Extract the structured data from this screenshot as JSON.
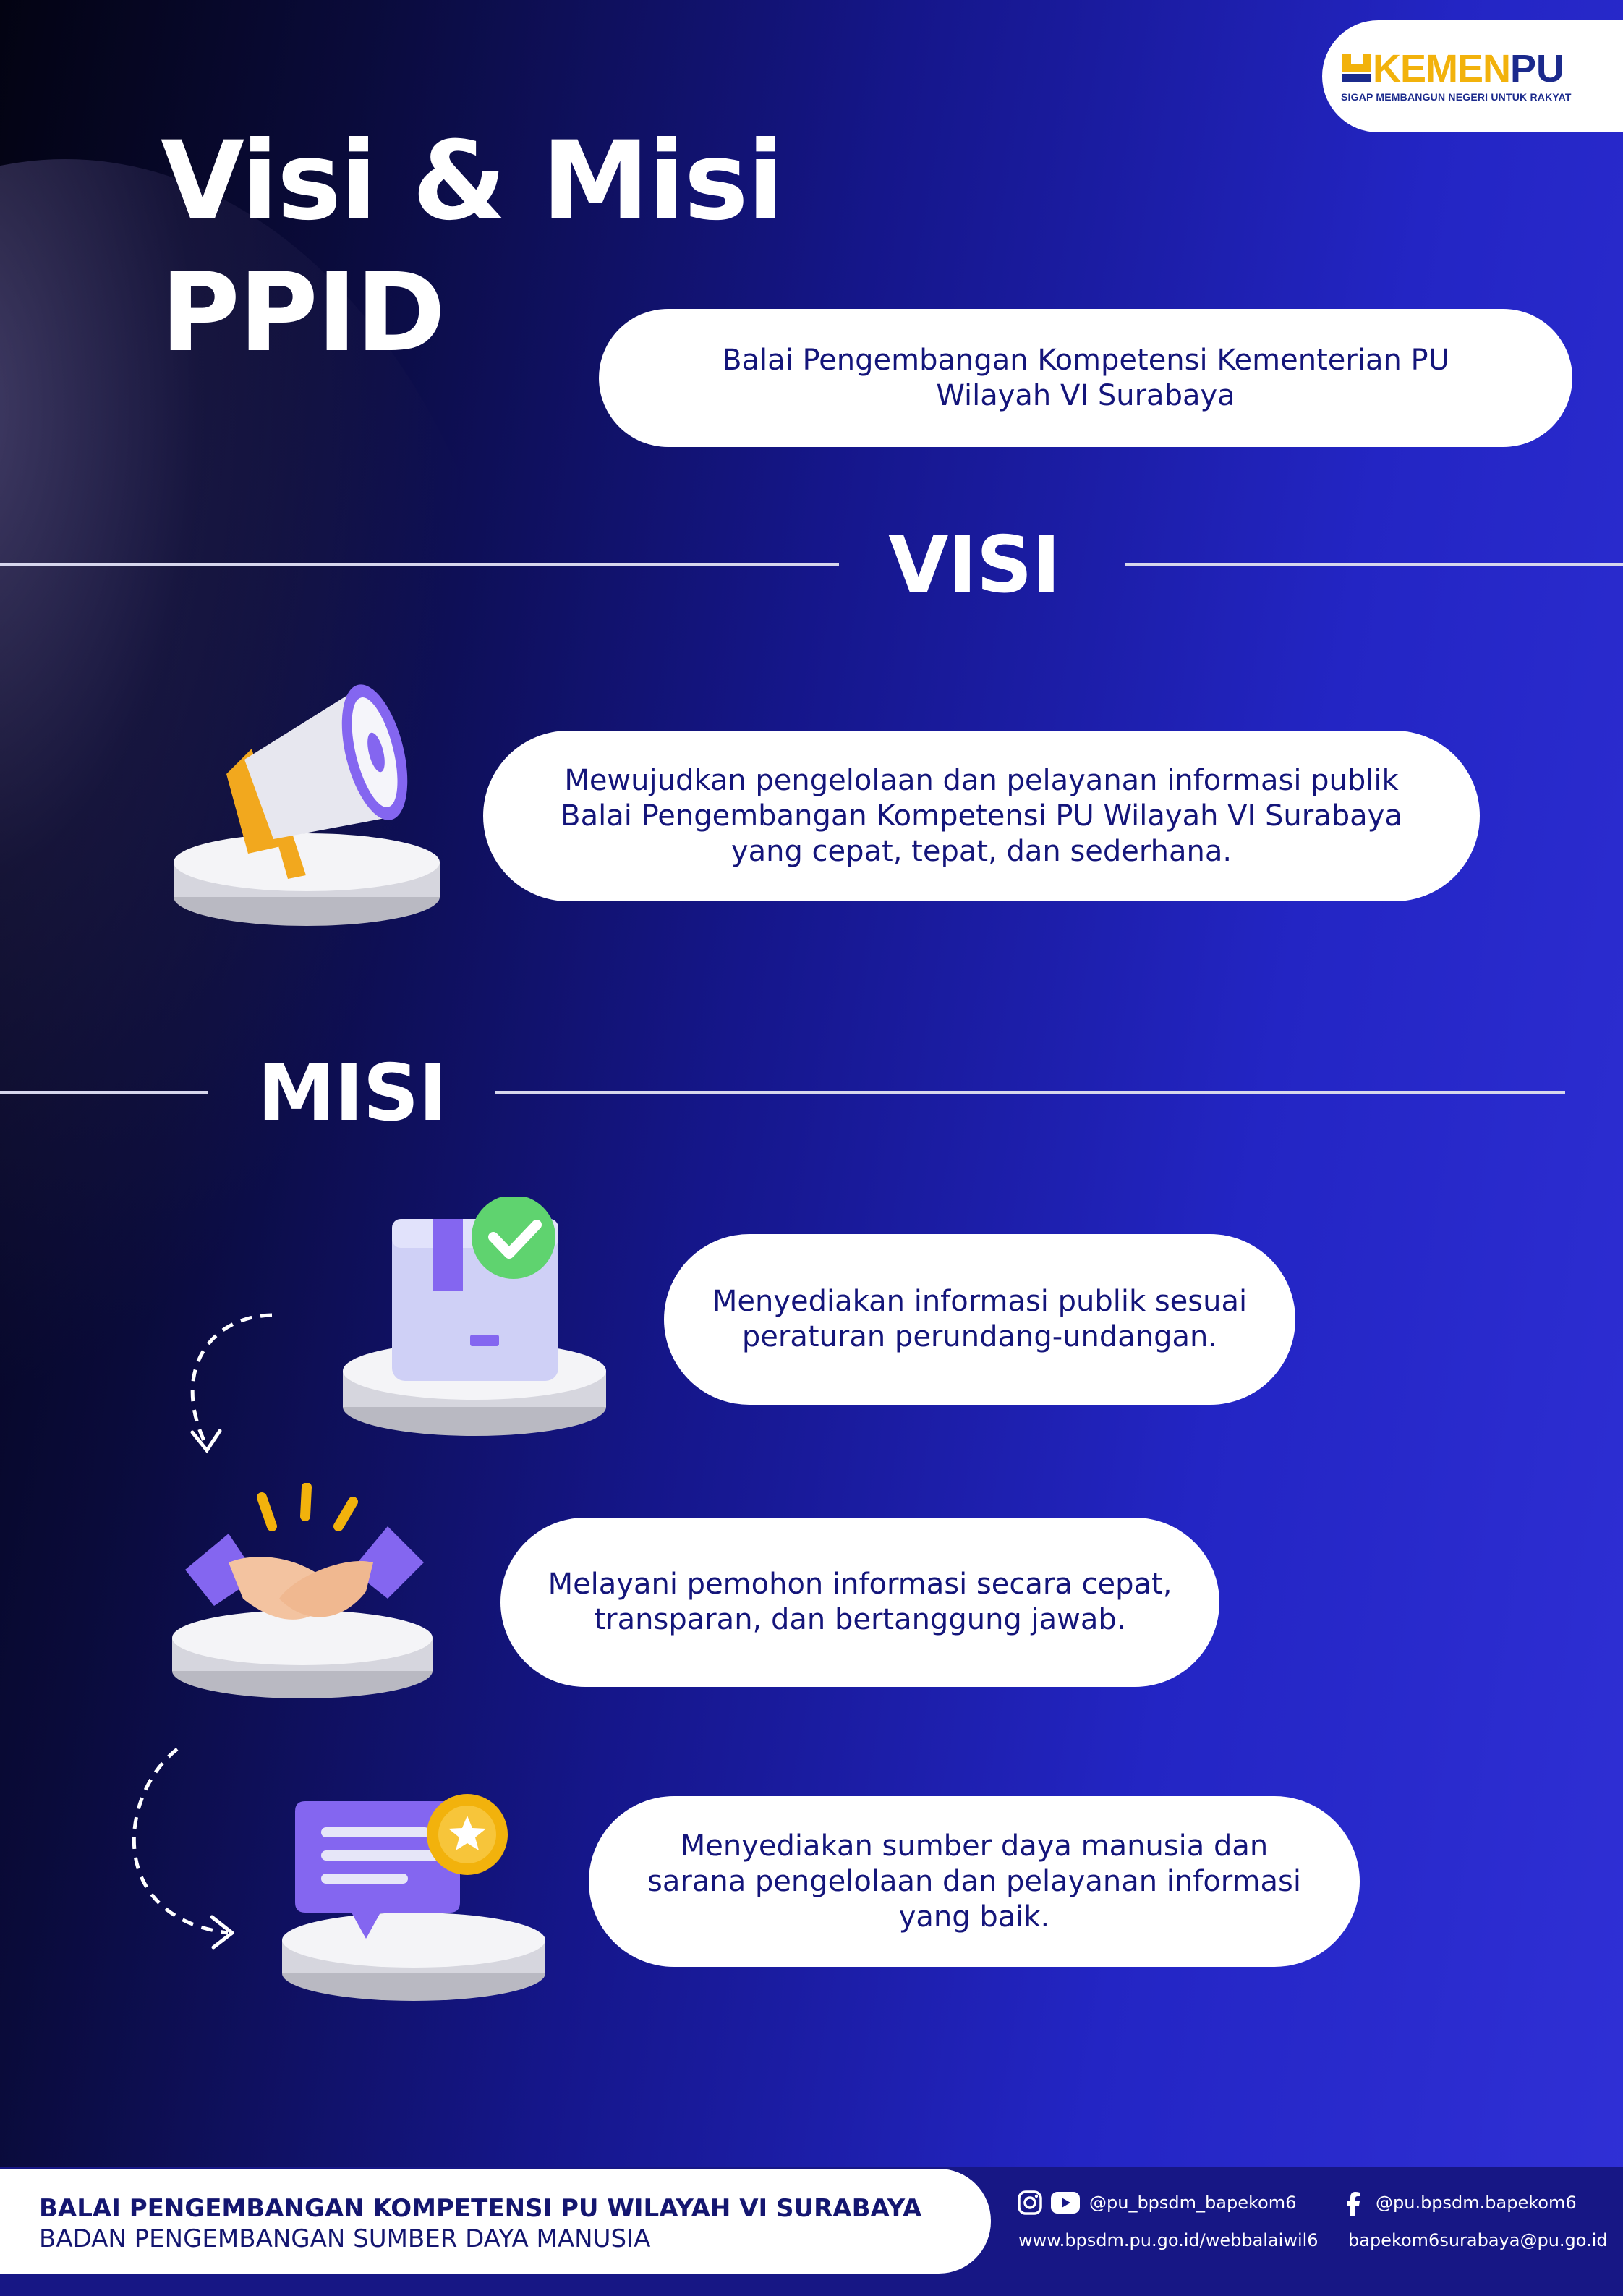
{
  "logo": {
    "wordmark_kemen": "KEMEN",
    "wordmark_pu": "PU",
    "tagline": "SIGAP MEMBANGUN NEGERI UNTUK RAKYAT"
  },
  "header": {
    "title_line1": "Visi & Misi",
    "title_line2": "PPID",
    "institution_line1": "Balai Pengembangan Kompetensi Kementerian PU",
    "institution_line2": "Wilayah VI Surabaya"
  },
  "visi": {
    "heading": "VISI",
    "lines": [
      "Mewujudkan pengelolaan dan pelayanan informasi publik",
      "Balai Pengembangan Kompetensi PU Wilayah VI Surabaya",
      "yang cepat, tepat, dan sederhana."
    ],
    "icon": "megaphone-icon"
  },
  "misi": {
    "heading": "MISI",
    "items": [
      {
        "lines": [
          "Menyediakan informasi publik sesuai",
          "peraturan perundang-undangan."
        ],
        "icon": "verified-package-icon"
      },
      {
        "lines": [
          "Melayani pemohon informasi secara cepat,",
          "transparan, dan bertanggung jawab."
        ],
        "icon": "handshake-icon"
      },
      {
        "lines": [
          "Menyediakan sumber daya manusia dan",
          "sarana pengelolaan dan pelayanan informasi",
          "yang baik."
        ],
        "icon": "chat-star-icon"
      }
    ]
  },
  "footer": {
    "org_line1": "BALAI PENGEMBANGAN KOMPETENSI PU WILAYAH VI SURABAYA",
    "org_line2": "BADAN PENGEMBANGAN SUMBER DAYA MANUSIA",
    "instagram_youtube_handle": "@pu_bpsdm_bapekom6",
    "facebook_handle": "@pu.bpsdm.bapekom6",
    "website": "www.bpsdm.pu.go.id/webbalaiwil6",
    "email": "bapekom6surabaya@pu.go.id"
  },
  "colors": {
    "brand_yellow": "#f2b20c",
    "brand_navy": "#1b2a8c",
    "text_navy": "#14157a",
    "accent_purple": "#8466f0"
  }
}
